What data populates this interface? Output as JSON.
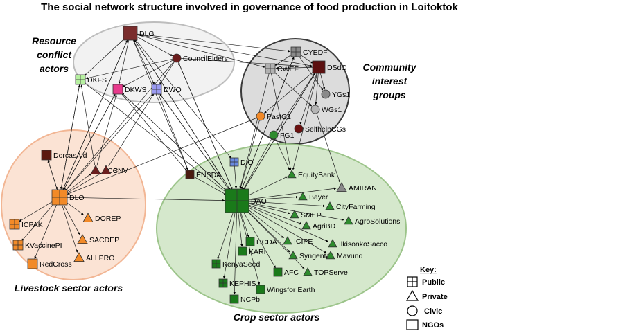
{
  "title": "The social network structure involved in governance of food production in Loitoktok",
  "groups": [
    {
      "id": "resource",
      "label_lines": [
        "Resource",
        "conflict",
        "actors"
      ]
    },
    {
      "id": "community",
      "label_lines": [
        "Community",
        "interest",
        "groups"
      ]
    },
    {
      "id": "livestock",
      "label_lines": [
        "Livestock sector actors"
      ]
    },
    {
      "id": "crop",
      "label_lines": [
        "Crop sector actors"
      ]
    }
  ],
  "nodes": [
    {
      "id": "DLG",
      "label": "DLG",
      "type": "ngo",
      "color": "#7a2d2d"
    },
    {
      "id": "CouncilElders",
      "label": "CouncilElders",
      "type": "civic",
      "color": "#6b1d1d"
    },
    {
      "id": "DKFS",
      "label": "DKFS",
      "type": "public",
      "color": "#b6f0a0"
    },
    {
      "id": "DKWS",
      "label": "DKWS",
      "type": "ngo",
      "color": "#e83a8c"
    },
    {
      "id": "DWO",
      "label": "DWO",
      "type": "public",
      "color": "#9a9af0"
    },
    {
      "id": "CYEDF",
      "label": "CYEDF",
      "type": "public",
      "color": "#8a8a8a"
    },
    {
      "id": "CWEF",
      "label": "CWEF",
      "type": "public",
      "color": "#b0b0b0"
    },
    {
      "id": "DSdO",
      "label": "DSdO",
      "type": "ngo",
      "color": "#5c1010"
    },
    {
      "id": "YGs1",
      "label": "YGs1",
      "type": "civic",
      "color": "#8a8a8a"
    },
    {
      "id": "WGs1",
      "label": "WGs1",
      "type": "civic",
      "color": "#b5b5b5"
    },
    {
      "id": "PastG1",
      "label": "PastG1",
      "type": "civic",
      "color": "#f28a28"
    },
    {
      "id": "SelfhelpCGs",
      "label": "SelfhelpCGs",
      "type": "civic",
      "color": "#6b1010"
    },
    {
      "id": "FG1",
      "label": "FG1",
      "type": "civic",
      "color": "#2e8b2e"
    },
    {
      "id": "DorcasAid",
      "label": "DorcasAid",
      "type": "ngo",
      "color": "#5c1a10"
    },
    {
      "id": "ACC",
      "label": "ACC",
      "type": "private",
      "color": "#6b1d1d"
    },
    {
      "id": "SNV",
      "label": "SNV",
      "type": "private",
      "color": "#6b1d1d"
    },
    {
      "id": "DLO",
      "label": "DLO",
      "type": "public",
      "color": "#f28a28"
    },
    {
      "id": "ICPAK",
      "label": "ICPAK",
      "type": "public",
      "color": "#f28a28"
    },
    {
      "id": "KVaccinePI",
      "label": "KVaccinePI",
      "type": "public",
      "color": "#f28a28"
    },
    {
      "id": "RedCross",
      "label": "RedCross",
      "type": "ngo",
      "color": "#f28a28"
    },
    {
      "id": "DOREP",
      "label": "DOREP",
      "type": "private",
      "color": "#f28a28"
    },
    {
      "id": "SACDEP",
      "label": "SACDEP",
      "type": "private",
      "color": "#f28a28"
    },
    {
      "id": "ALLPRO",
      "label": "ALLPRO",
      "type": "private",
      "color": "#f28a28"
    },
    {
      "id": "ENSDA",
      "label": "ENSDA",
      "type": "ngo",
      "color": "#4a1a10"
    },
    {
      "id": "DIO",
      "label": "DIO",
      "type": "public",
      "color": "#6a8ae0"
    },
    {
      "id": "DAO",
      "label": "DAO",
      "type": "public",
      "color": "#1a7a1a"
    },
    {
      "id": "EquityBank",
      "label": "EquityBank",
      "type": "private",
      "color": "#2e8b2e"
    },
    {
      "id": "AMIRAN",
      "label": "AMIRAN",
      "type": "private",
      "color": "#8a8a8a"
    },
    {
      "id": "Bayer",
      "label": "Bayer",
      "type": "private",
      "color": "#2e8b2e"
    },
    {
      "id": "CityFarming",
      "label": "CityFarming",
      "type": "private",
      "color": "#2e8b2e"
    },
    {
      "id": "SMEP",
      "label": "SMEP",
      "type": "private",
      "color": "#2e8b2e"
    },
    {
      "id": "AgroSolutions",
      "label": "AgroSolutions",
      "type": "private",
      "color": "#2e8b2e"
    },
    {
      "id": "AgriBD",
      "label": "AgriBD",
      "type": "private",
      "color": "#2e8b2e"
    },
    {
      "id": "HCDA",
      "label": "HCDA",
      "type": "ngo",
      "color": "#1a7a1a"
    },
    {
      "id": "ICIPE",
      "label": "ICIPE",
      "type": "private",
      "color": "#2e8b2e"
    },
    {
      "id": "IlkisonkoSacco",
      "label": "IlkisonkoSacco",
      "type": "private",
      "color": "#2e8b2e"
    },
    {
      "id": "KARI",
      "label": "KARI",
      "type": "ngo",
      "color": "#1a7a1a"
    },
    {
      "id": "Syngenta",
      "label": "Syngenta",
      "type": "private",
      "color": "#2e8b2e"
    },
    {
      "id": "Mavuno",
      "label": "Mavuno",
      "type": "private",
      "color": "#2e8b2e"
    },
    {
      "id": "KenyaSeed",
      "label": "KenyaSeed",
      "type": "public",
      "color": "#1a7a1a"
    },
    {
      "id": "AFC",
      "label": "AFC",
      "type": "ngo",
      "color": "#1a7a1a"
    },
    {
      "id": "TOPServe",
      "label": "TOPServe",
      "type": "private",
      "color": "#2e8b2e"
    },
    {
      "id": "KEPHIS",
      "label": "KEPHIS",
      "type": "public",
      "color": "#1a7a1a"
    },
    {
      "id": "WingsforEarth",
      "label": "Wingsfor Earth",
      "type": "ngo",
      "color": "#1a7a1a"
    },
    {
      "id": "NCPb",
      "label": "NCPb",
      "type": "ngo",
      "color": "#1a7a1a"
    }
  ],
  "edges": [
    [
      "DLG",
      "CouncilElders"
    ],
    [
      "DLG",
      "DKFS"
    ],
    [
      "DLG",
      "DKWS"
    ],
    [
      "DLG",
      "DWO"
    ],
    [
      "DLG",
      "CYEDF"
    ],
    [
      "DLG",
      "CWEF"
    ],
    [
      "DLG",
      "DSdO"
    ],
    [
      "DLG",
      "DAO"
    ],
    [
      "DLG",
      "ENSDA"
    ],
    [
      "DLG",
      "DLO"
    ],
    [
      "DLG",
      "DIO"
    ],
    [
      "CouncilElders",
      "DKFS"
    ],
    [
      "CouncilElders",
      "DKWS"
    ],
    [
      "CouncilElders",
      "DWO"
    ],
    [
      "CouncilElders",
      "DLO"
    ],
    [
      "CouncilElders",
      "DAO"
    ],
    [
      "CouncilElders",
      "DSdO"
    ],
    [
      "DKFS",
      "DLO"
    ],
    [
      "DKFS",
      "DAO"
    ],
    [
      "DKWS",
      "DLO"
    ],
    [
      "DKWS",
      "DAO"
    ],
    [
      "DKWS",
      "ENSDA"
    ],
    [
      "DWO",
      "DAO"
    ],
    [
      "DWO",
      "DLO"
    ],
    [
      "DWO",
      "ENSDA"
    ],
    [
      "CYEDF",
      "DAO"
    ],
    [
      "CYEDF",
      "CWEF"
    ],
    [
      "CYEDF",
      "DSdO"
    ],
    [
      "CYEDF",
      "YGs1"
    ],
    [
      "CWEF",
      "DAO"
    ],
    [
      "CWEF",
      "EquityBank"
    ],
    [
      "CWEF",
      "WGs1"
    ],
    [
      "DSdO",
      "YGs1"
    ],
    [
      "DSdO",
      "WGs1"
    ],
    [
      "DSdO",
      "PastG1"
    ],
    [
      "DSdO",
      "FG1"
    ],
    [
      "DSdO",
      "SelfhelpCGs"
    ],
    [
      "DSdO",
      "DAO"
    ],
    [
      "DSdO",
      "EquityBank"
    ],
    [
      "DSdO",
      "CWEF"
    ],
    [
      "WGs1",
      "AMIRAN"
    ],
    [
      "PastG1",
      "DLO"
    ],
    [
      "PastG1",
      "DAO"
    ],
    [
      "FG1",
      "DAO"
    ],
    [
      "FG1",
      "EquityBank"
    ],
    [
      "DLO",
      "DorcasAid"
    ],
    [
      "DLO",
      "ACC"
    ],
    [
      "DLO",
      "SNV"
    ],
    [
      "DLO",
      "ICPAK"
    ],
    [
      "DLO",
      "KVaccinePI"
    ],
    [
      "DLO",
      "RedCross"
    ],
    [
      "DLO",
      "DOREP"
    ],
    [
      "DLO",
      "SACDEP"
    ],
    [
      "DLO",
      "ALLPRO"
    ],
    [
      "DLO",
      "DAO"
    ],
    [
      "DorcasAid",
      "DLO"
    ],
    [
      "ACC",
      "DKFS"
    ],
    [
      "ACC",
      "DKWS"
    ],
    [
      "SNV",
      "DWO"
    ],
    [
      "DLO",
      "DKFS"
    ],
    [
      "DLO",
      "DLG"
    ],
    [
      "DLO",
      "DKWS"
    ],
    [
      "ENSDA",
      "DAO"
    ],
    [
      "DIO",
      "DAO"
    ],
    [
      "DAO",
      "EquityBank"
    ],
    [
      "DAO",
      "Bayer"
    ],
    [
      "DAO",
      "CityFarming"
    ],
    [
      "DAO",
      "SMEP"
    ],
    [
      "DAO",
      "AgroSolutions"
    ],
    [
      "DAO",
      "AgriBD"
    ],
    [
      "DAO",
      "HCDA"
    ],
    [
      "DAO",
      "ICIPE"
    ],
    [
      "DAO",
      "IlkisonkoSacco"
    ],
    [
      "DAO",
      "KARI"
    ],
    [
      "DAO",
      "Syngenta"
    ],
    [
      "DAO",
      "Mavuno"
    ],
    [
      "DAO",
      "KenyaSeed"
    ],
    [
      "DAO",
      "AFC"
    ],
    [
      "DAO",
      "TOPServe"
    ],
    [
      "DAO",
      "KEPHIS"
    ],
    [
      "DAO",
      "WingsforEarth"
    ],
    [
      "DAO",
      "NCPb"
    ],
    [
      "DAO",
      "AMIRAN"
    ],
    [
      "DAO",
      "DLG"
    ],
    [
      "DAO",
      "DWO"
    ],
    [
      "DAO",
      "DKWS"
    ],
    [
      "DAO",
      "CouncilElders"
    ],
    [
      "DAO",
      "DSdO"
    ],
    [
      "DAO",
      "CYEDF"
    ]
  ],
  "key": {
    "title": "Key:",
    "items": [
      {
        "type": "public",
        "label": "Public"
      },
      {
        "type": "private",
        "label": "Private"
      },
      {
        "type": "civic",
        "label": "Civic"
      },
      {
        "type": "ngo",
        "label": "NGOs"
      }
    ]
  }
}
